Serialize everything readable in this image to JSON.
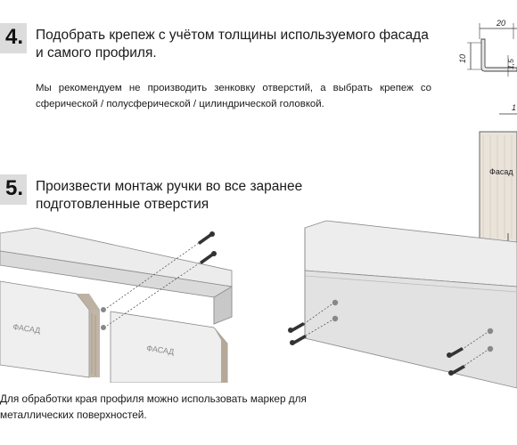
{
  "step4": {
    "number": "4.",
    "heading": "Подобрать крепеж с учётом толщины используемого фасада и самого профиля.",
    "text": "Мы рекомендуем не производить зенковку отверстий, а выбрать крепеж со сферической / полусферической / цилиндрической головкой."
  },
  "step5": {
    "number": "5.",
    "heading": "Произвести монтаж ручки во все заранее подготовленные отверстия"
  },
  "profile_drawing": {
    "dim_width": "20",
    "dim_height": "10",
    "dim_thickness": "1,5"
  },
  "facade_drawing": {
    "dim_label": "1",
    "label": "Фасад"
  },
  "illustration": {
    "facade_label_left": "ФАСАД",
    "facade_label_right": "ФАСАД"
  },
  "footnote": "Для обработки края профиля можно использовать маркер для металлических поверхностей.",
  "colors": {
    "badge": "#dcdcdc",
    "panel_light": "#efefef",
    "panel_mid": "#dedede",
    "panel_dark": "#c8c8c8",
    "wood": "#b5a898"
  }
}
